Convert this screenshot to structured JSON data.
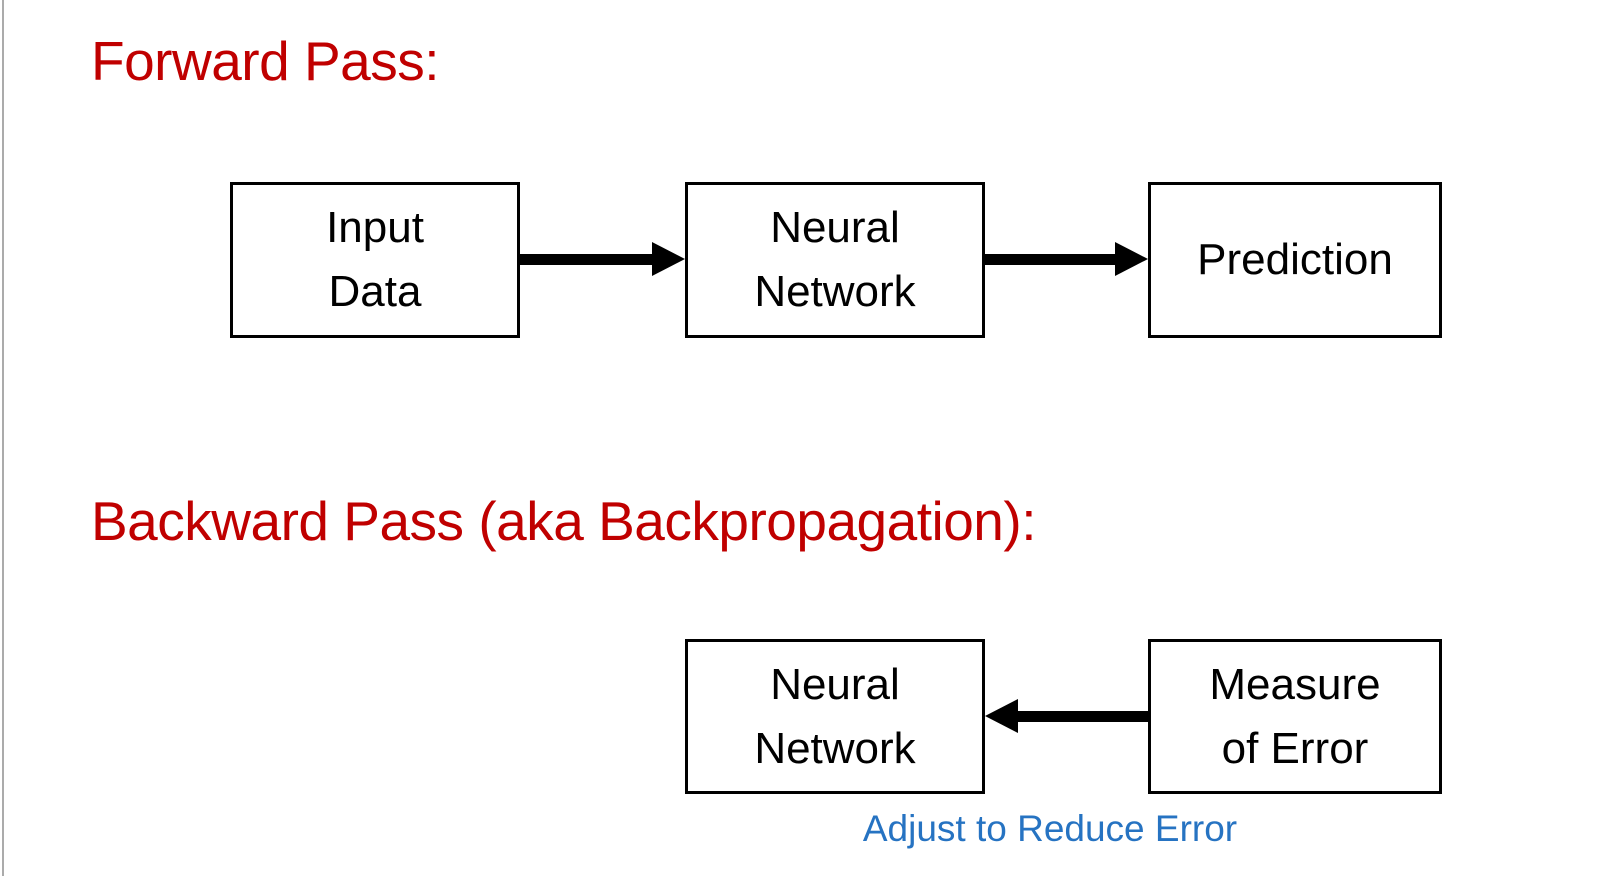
{
  "colors": {
    "heading_red": "#C00000",
    "caption_blue": "#2673C2",
    "box_border": "#000000",
    "arrow_black": "#000000",
    "left_edge_gray": "#ABABAB",
    "background": "#FFFFFF"
  },
  "forward": {
    "heading": "Forward Pass:",
    "boxes": [
      {
        "name": "input-data",
        "line1": "Input",
        "line2": "Data"
      },
      {
        "name": "neural-network",
        "line1": "Neural",
        "line2": "Network"
      },
      {
        "name": "prediction",
        "line1": "Prediction",
        "line2": ""
      }
    ]
  },
  "backward": {
    "heading": "Backward Pass (aka Backpropagation):",
    "boxes": [
      {
        "name": "neural-network",
        "line1": "Neural",
        "line2": "Network"
      },
      {
        "name": "measure-of-error",
        "line1": "Measure",
        "line2": "of Error"
      }
    ],
    "caption": "Adjust to Reduce Error"
  }
}
